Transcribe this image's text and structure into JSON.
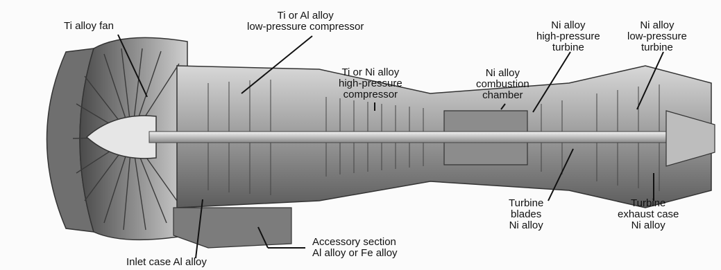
{
  "figure": {
    "callouts": [
      {
        "id": "fan",
        "lines": [
          "Ti alloy fan"
        ]
      },
      {
        "id": "lpc",
        "lines": [
          "Ti or Al alloy",
          "low-pressure compressor"
        ]
      },
      {
        "id": "hpc",
        "lines": [
          "Ti or Ni alloy",
          "high-pressure",
          "compressor"
        ]
      },
      {
        "id": "combustor",
        "lines": [
          "Ni alloy",
          "combustion",
          "chamber"
        ]
      },
      {
        "id": "hpt",
        "lines": [
          "Ni alloy",
          "high-pressure",
          "turbine"
        ]
      },
      {
        "id": "lpt",
        "lines": [
          "Ni alloy",
          "low-pressure",
          "turbine"
        ]
      },
      {
        "id": "blades",
        "lines": [
          "Turbine",
          "blades",
          "Ni alloy"
        ]
      },
      {
        "id": "exhaust",
        "lines": [
          "Turbine",
          "exhaust case",
          "Ni alloy"
        ]
      },
      {
        "id": "accessory",
        "lines": [
          "Accessory section",
          "Al alloy or Fe alloy"
        ]
      },
      {
        "id": "inlet",
        "lines": [
          "Inlet case Al alloy"
        ]
      }
    ]
  }
}
